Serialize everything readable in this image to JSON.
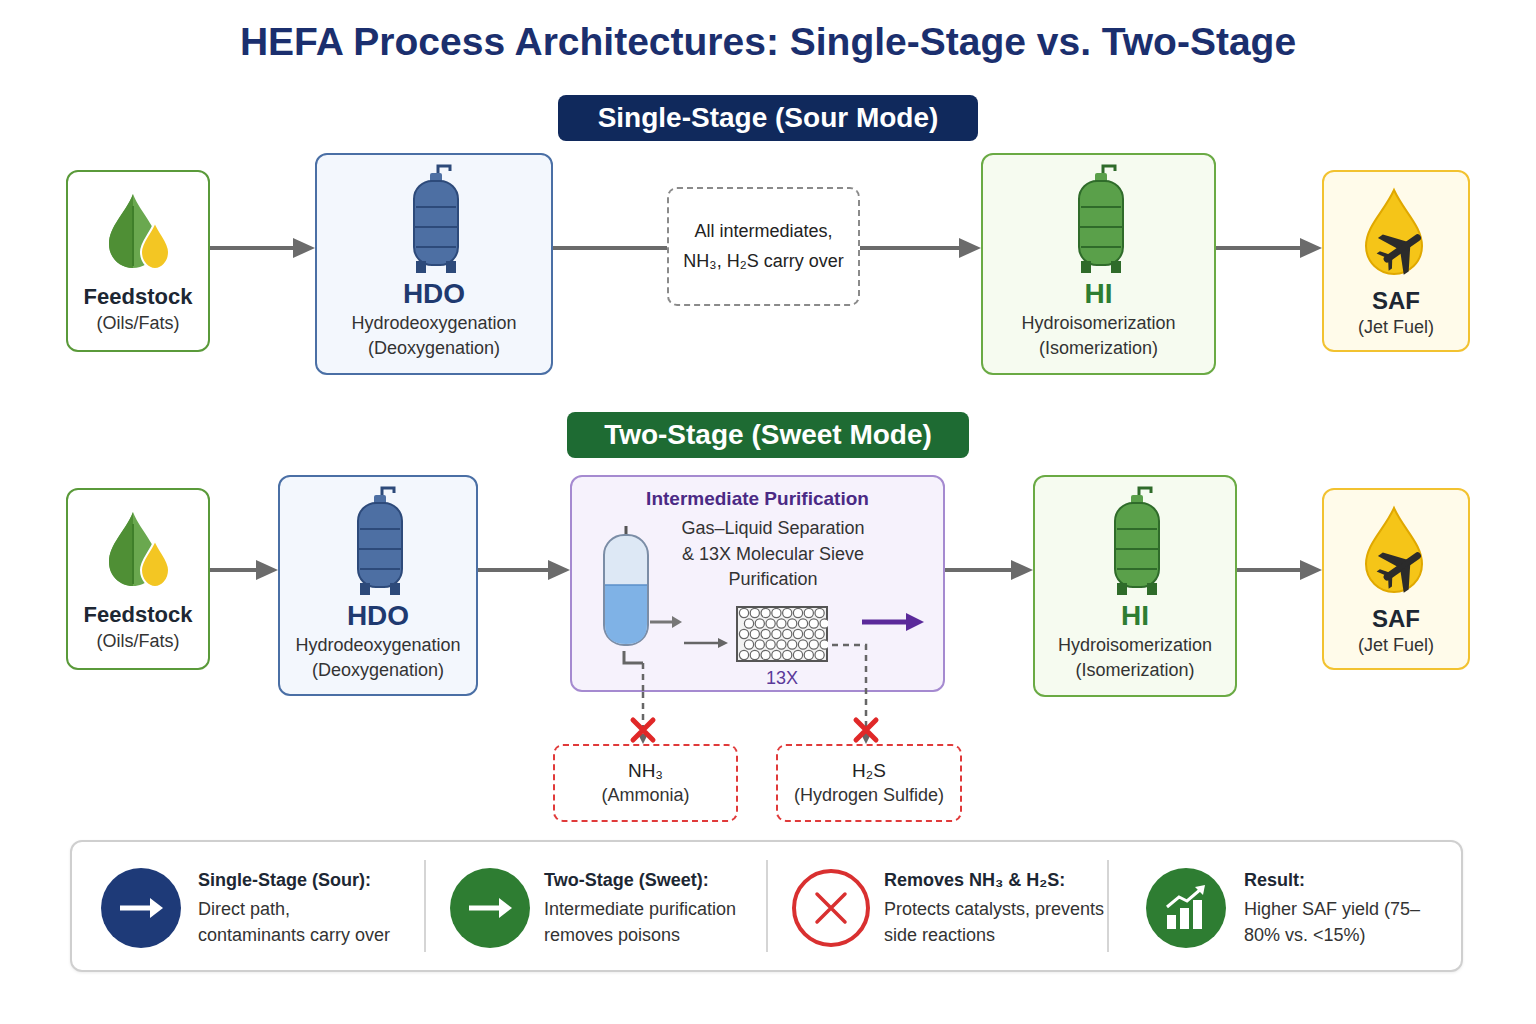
{
  "diagram": {
    "title": "HEFA Process Architectures: Single-Stage vs. Two-Stage",
    "nodes": [
      {
        "text": [
          "Single-Stage (Sour Mode)"
        ]
      },
      {
        "text": [
          "Feedstock",
          "(Oils/Fats)"
        ]
      },
      {
        "text": [
          "HDO",
          "Hydrodeoxygenation (Deoxygenation)"
        ]
      },
      {
        "text": [
          "All intermediates, NH₃, H₂S carry over"
        ]
      },
      {
        "text": [
          "HI",
          "Hydroisomerization (Isomerization)"
        ]
      },
      {
        "text": [
          "SAF",
          "(Jet Fuel)"
        ]
      },
      {
        "text": [
          "Two-Stage (Sweet Mode)"
        ]
      },
      {
        "text": [
          "Feedstock",
          "(Oils/Fats)"
        ]
      },
      {
        "text": [
          "HDO",
          "Hydrodeoxygenation (Deoxygenation)"
        ]
      },
      {
        "text": [
          "Intermediate Purification",
          "Gas–Liquid Separation & 13X Molecular Sieve Purification"
        ]
      },
      {
        "text": [
          "13X"
        ],
        "in": 9
      },
      {
        "text": [
          "HI",
          "Hydroisomerization (Isomerization)"
        ]
      },
      {
        "text": [
          "SAF",
          "(Jet Fuel)"
        ]
      },
      {
        "text": [
          "NH₃",
          "(Ammonia)"
        ]
      },
      {
        "text": [
          "H₂S",
          "(Hydrogen Sulfide)"
        ]
      },
      {
        "text": []
      },
      {
        "text": [
          "Single-Stage (Sour):",
          "Direct path, contaminants carry over"
        ],
        "in": 15
      },
      {
        "text": [
          "Two-Stage (Sweet):",
          "Intermediate purification removes poisons"
        ],
        "in": 15
      },
      {
        "text": [
          "Removes NH₃ & H₂S:",
          "Protects catalysts, prevents side reactions"
        ],
        "in": 15
      },
      {
        "text": [
          "Result:",
          "Higher SAF yield (75–80% vs. <15%)"
        ],
        "in": 15
      }
    ],
    "edges": [
      {
        "from": 1,
        "to": 2,
        "arrow": "to"
      },
      {
        "from": 2,
        "to": 3,
        "arrow": "none"
      },
      {
        "from": 3,
        "to": 4,
        "arrow": "to"
      },
      {
        "from": 4,
        "to": 5,
        "arrow": "to"
      },
      {
        "from": 7,
        "to": 8,
        "arrow": "to"
      },
      {
        "from": 8,
        "to": 9,
        "arrow": "to"
      },
      {
        "from": 9,
        "to": 11,
        "arrow": "to"
      },
      {
        "from": 11,
        "to": 12,
        "arrow": "to"
      },
      {
        "from": 9,
        "to": 13,
        "arrow": "to"
      },
      {
        "from": 10,
        "to": 14,
        "arrow": "to"
      }
    ]
  }
}
